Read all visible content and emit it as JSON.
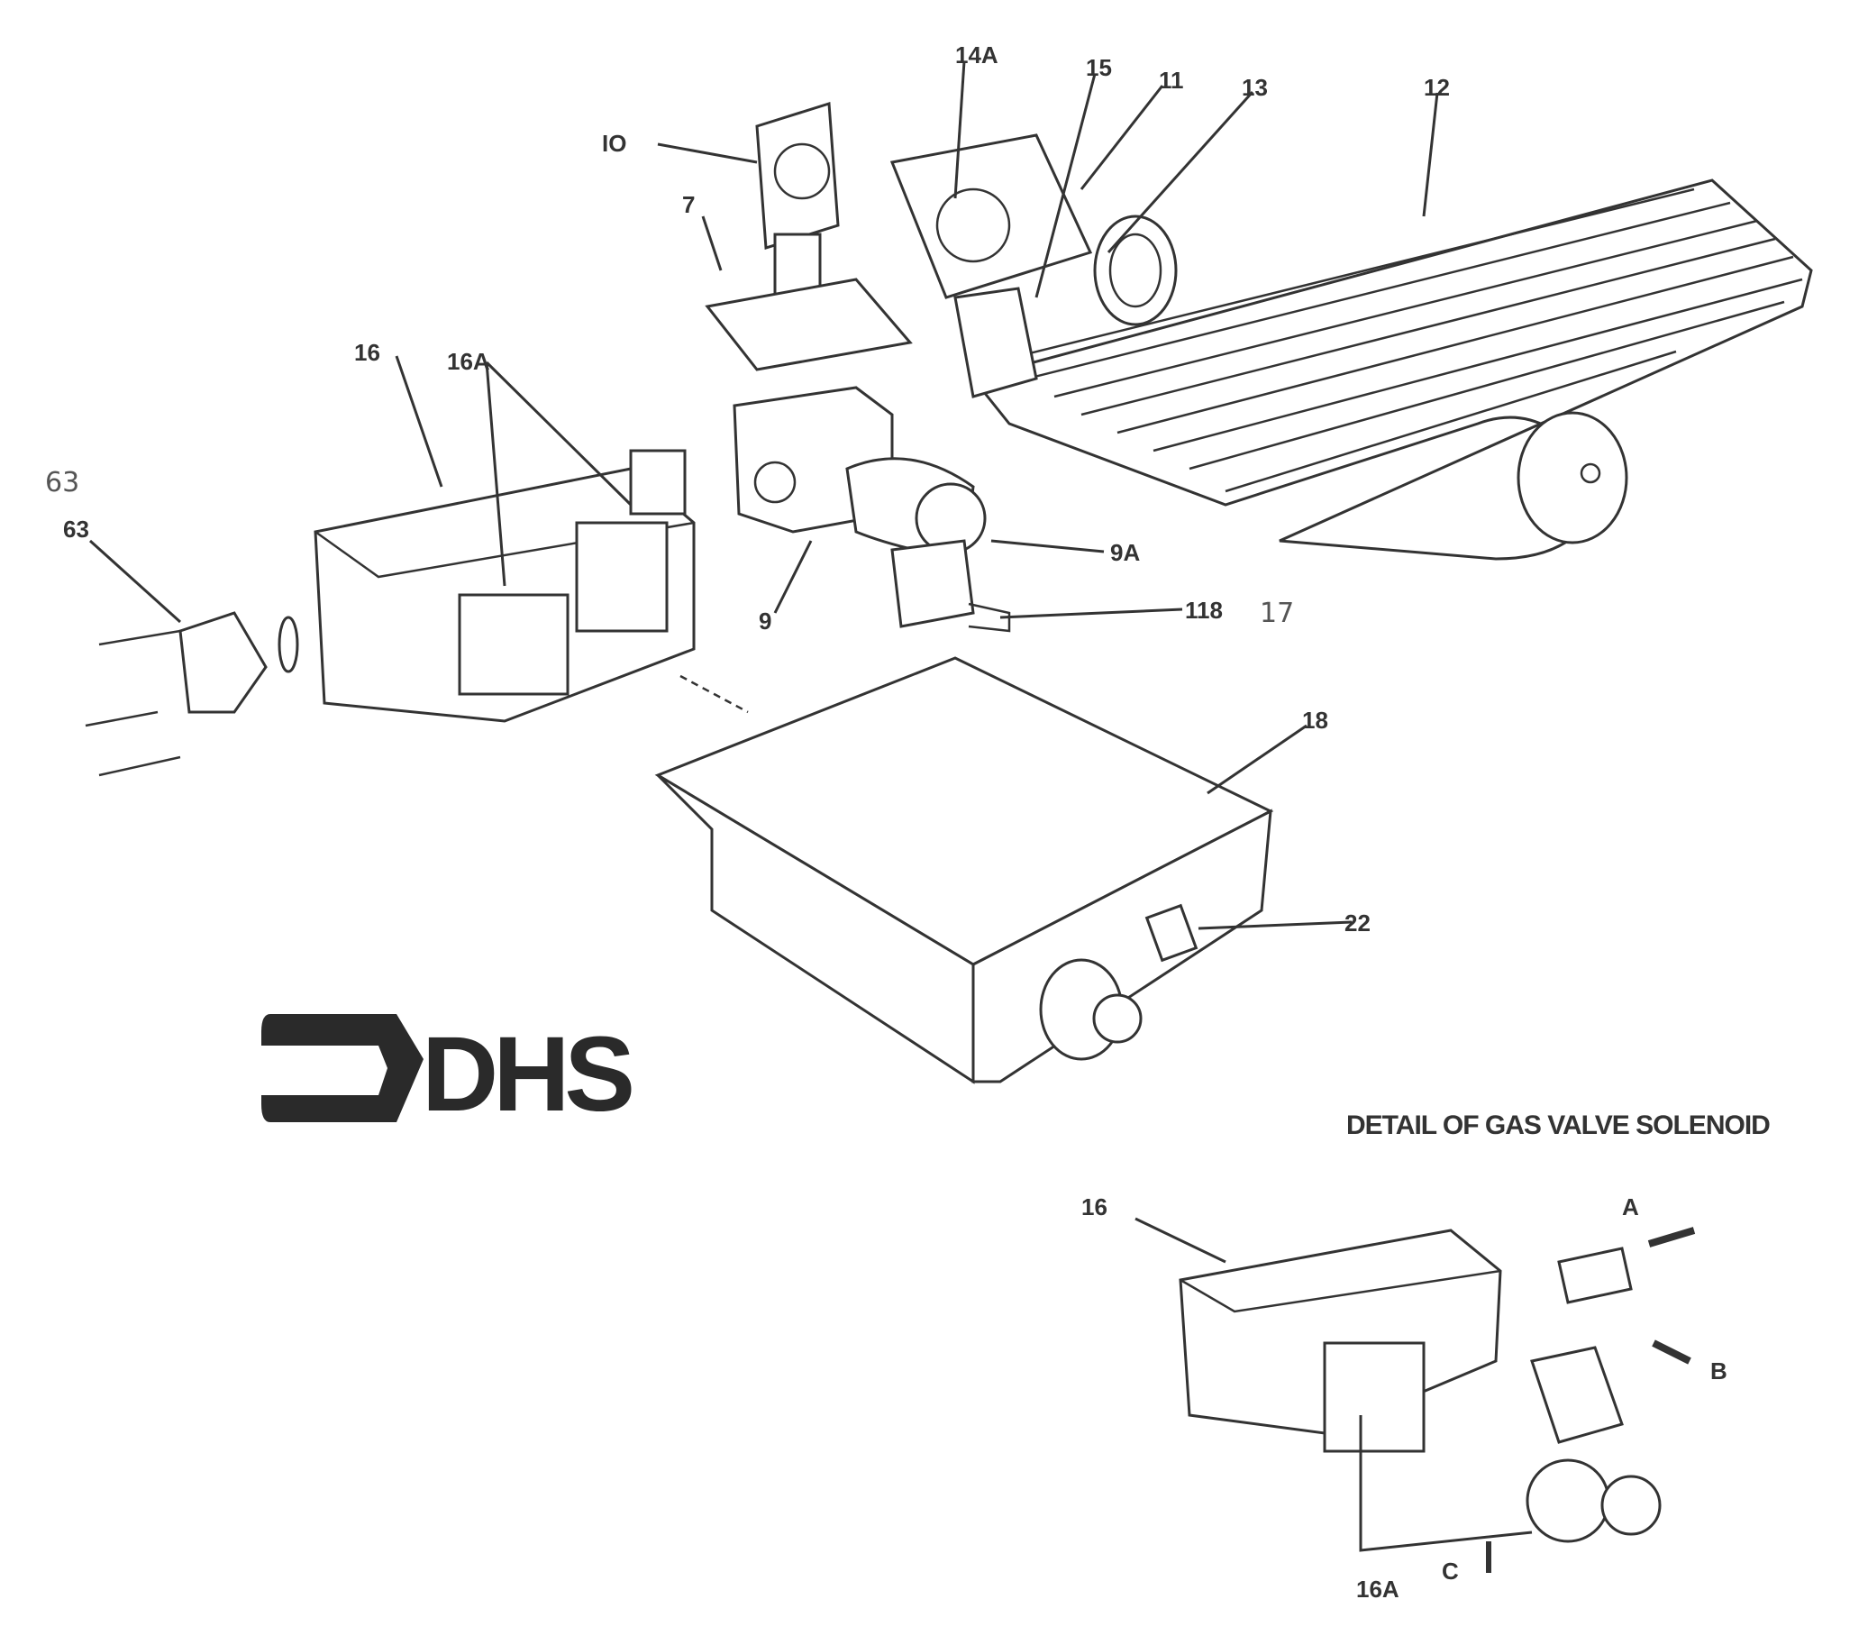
{
  "diagram": {
    "callouts": {
      "c14A": "14A",
      "c15": "15",
      "c11": "11",
      "c13": "13",
      "c12": "12",
      "c10": "IO",
      "c7": "7",
      "c16": "16",
      "c16A": "16A",
      "c63_hand": "63",
      "c63": "63",
      "c9A": "9A",
      "c9": "9",
      "c118": "118",
      "c17_hand": "17",
      "c18": "18",
      "c22": "22"
    },
    "logo_text": "DHS",
    "detail": {
      "title": "DETAIL OF GAS VALVE SOLENOID",
      "c16": "16",
      "cA": "A",
      "cB": "B",
      "cC": "C",
      "c16A": "16A"
    }
  }
}
